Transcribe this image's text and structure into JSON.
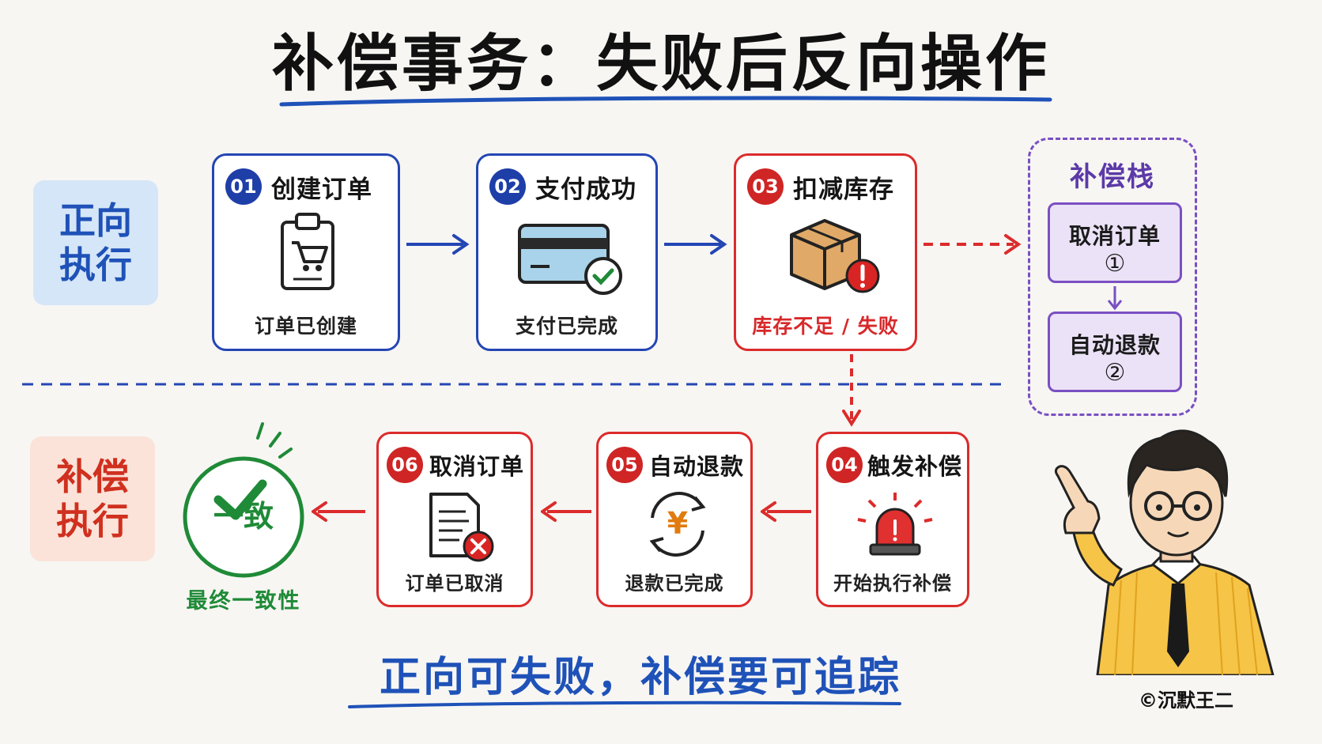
{
  "title": "补偿事务：失败后反向操作",
  "lanes": {
    "forward": "正向\n执行",
    "compensate": "补偿\n执行"
  },
  "forward_steps": [
    {
      "num": "01",
      "name": "创建订单",
      "caption": "订单已创建"
    },
    {
      "num": "02",
      "name": "支付成功",
      "caption": "支付已完成"
    },
    {
      "num": "03",
      "name": "扣减库存",
      "caption": "库存不足 / 失败"
    }
  ],
  "compensation_steps": [
    {
      "num": "04",
      "name": "触发补偿",
      "caption": "开始执行补偿"
    },
    {
      "num": "05",
      "name": "自动退款",
      "caption": "退款已完成"
    },
    {
      "num": "06",
      "name": "取消订单",
      "caption": "订单已取消"
    }
  ],
  "stack": {
    "title": "补偿栈",
    "items": [
      {
        "label": "取消订单",
        "order": "①"
      },
      {
        "label": "自动退款",
        "order": "②"
      }
    ]
  },
  "result": {
    "badge": "一致",
    "caption": "最终一致性"
  },
  "slogan": "正向可失败，补偿要可追踪",
  "copyright": "©沉默王二",
  "colors": {
    "forward_blue": "#2446b4",
    "failure_red": "#dc2b2b",
    "stack_purple": "#7a4fc2",
    "success_green": "#1f8a37"
  }
}
